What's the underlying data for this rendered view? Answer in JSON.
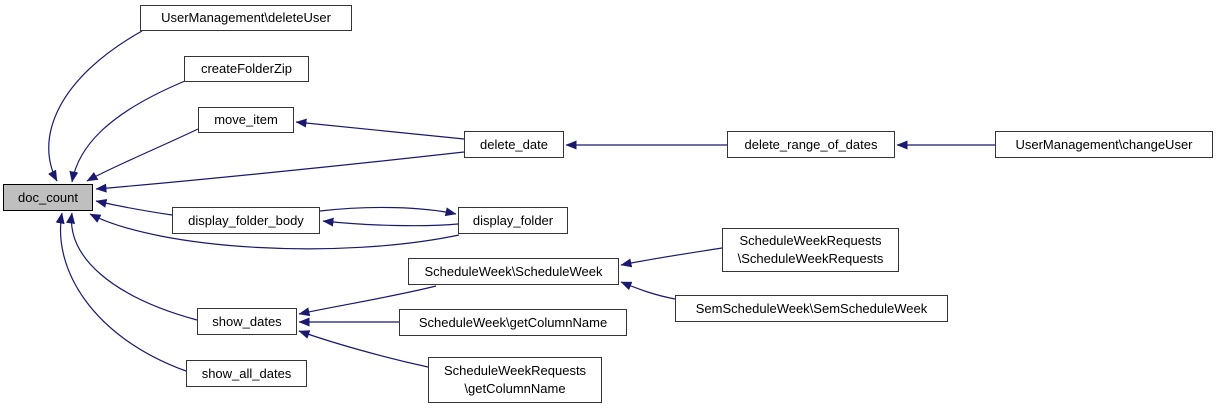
{
  "diagram": {
    "kind": "doxygen-caller-graph",
    "colors": {
      "edge": "#191970",
      "node_border": "#353535",
      "highlight_fill": "#bfbfbf",
      "node_fill": "#ffffff"
    },
    "nodes": [
      {
        "id": "doc_count",
        "label": "doc_count",
        "highlighted": true
      },
      {
        "id": "user_management_delete_user",
        "label": "UserManagement\\deleteUser",
        "highlighted": false
      },
      {
        "id": "create_folder_zip",
        "label": "createFolderZip",
        "highlighted": false
      },
      {
        "id": "move_item",
        "label": "move_item",
        "highlighted": false
      },
      {
        "id": "delete_date",
        "label": "delete_date",
        "highlighted": false
      },
      {
        "id": "delete_range_of_dates",
        "label": "delete_range_of_dates",
        "highlighted": false
      },
      {
        "id": "user_management_change_user",
        "label": "UserManagement\\changeUser",
        "highlighted": false
      },
      {
        "id": "display_folder_body",
        "label": "display_folder_body",
        "highlighted": false
      },
      {
        "id": "display_folder",
        "label": "display_folder",
        "highlighted": false
      },
      {
        "id": "schedule_week_schedule_week",
        "label": "ScheduleWeek\\ScheduleWeek",
        "highlighted": false
      },
      {
        "id": "schedule_week_requests_schedule_week_requests",
        "label": "ScheduleWeekRequests\n\\ScheduleWeekRequests",
        "highlighted": false
      },
      {
        "id": "sem_schedule_week_sem_schedule_week",
        "label": "SemScheduleWeek\\SemScheduleWeek",
        "highlighted": false
      },
      {
        "id": "show_dates",
        "label": "show_dates",
        "highlighted": false
      },
      {
        "id": "schedule_week_get_column_name",
        "label": "ScheduleWeek\\getColumnName",
        "highlighted": false
      },
      {
        "id": "show_all_dates",
        "label": "show_all_dates",
        "highlighted": false
      },
      {
        "id": "schedule_week_requests_get_column_name",
        "label": "ScheduleWeekRequests\n\\getColumnName",
        "highlighted": false
      }
    ],
    "edges": [
      {
        "from": "user_management_delete_user",
        "to": "doc_count"
      },
      {
        "from": "create_folder_zip",
        "to": "doc_count"
      },
      {
        "from": "move_item",
        "to": "doc_count"
      },
      {
        "from": "delete_date",
        "to": "doc_count"
      },
      {
        "from": "display_folder_body",
        "to": "doc_count"
      },
      {
        "from": "display_folder",
        "to": "doc_count"
      },
      {
        "from": "show_dates",
        "to": "doc_count"
      },
      {
        "from": "show_all_dates",
        "to": "doc_count"
      },
      {
        "from": "delete_date",
        "to": "move_item"
      },
      {
        "from": "delete_range_of_dates",
        "to": "delete_date"
      },
      {
        "from": "user_management_change_user",
        "to": "delete_range_of_dates"
      },
      {
        "from": "display_folder_body",
        "to": "display_folder"
      },
      {
        "from": "display_folder",
        "to": "display_folder_body"
      },
      {
        "from": "schedule_week_schedule_week",
        "to": "show_dates"
      },
      {
        "from": "schedule_week_get_column_name",
        "to": "show_dates"
      },
      {
        "from": "schedule_week_requests_get_column_name",
        "to": "show_dates"
      },
      {
        "from": "schedule_week_requests_schedule_week_requests",
        "to": "schedule_week_schedule_week"
      },
      {
        "from": "sem_schedule_week_sem_schedule_week",
        "to": "schedule_week_schedule_week"
      }
    ]
  }
}
